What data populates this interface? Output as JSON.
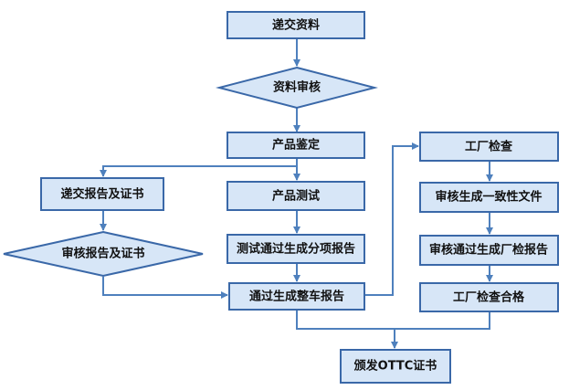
{
  "diagram": {
    "title": "",
    "nodes": {
      "submit_materials": "递交资料",
      "material_review": "资料审核",
      "product_appraisal": "产品鉴定",
      "submit_report_cert": "递交报告及证书",
      "review_report_cert": "审核报告及证书",
      "product_testing": "产品测试",
      "test_pass_item_report": "测试通过生成分项报告",
      "vehicle_report": "通过生成整车报告",
      "issue_ottc": "颁发OTTC证书",
      "factory_inspection": "工厂检查",
      "review_consistency": "审核生成一致性文件",
      "review_factory_report": "审核通过生成厂检报告",
      "factory_inspection_pass": "工厂检查合格"
    }
  },
  "colors": {
    "fill": "#d7e6f7",
    "stroke": "#3a68a8",
    "arrow": "#4e80bd"
  }
}
